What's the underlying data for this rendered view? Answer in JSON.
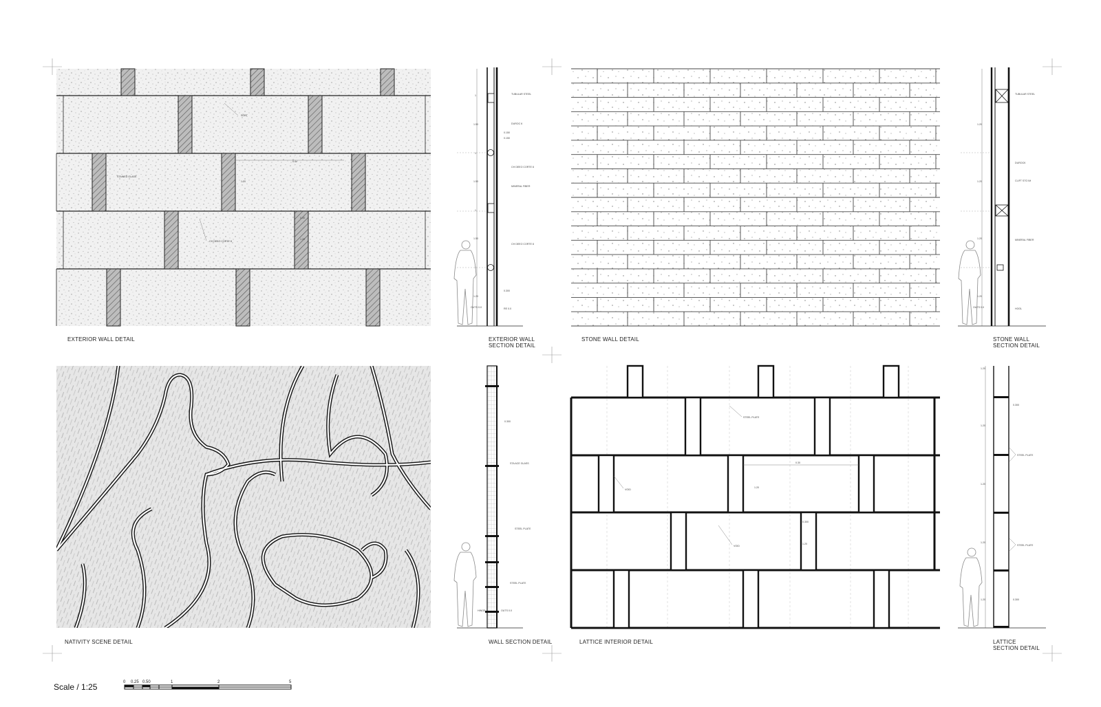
{
  "panels": {
    "exterior": {
      "title": "EXTERIOR WALL DETAIL",
      "notes": [
        "SOBT",
        "STAINED GLASS",
        "0.4c",
        "1.20",
        "0.30",
        "CH DEEO CORTE 8",
        "1.20"
      ]
    },
    "exterior_section": {
      "title_lines": [
        "EXTERIOR WALL",
        "SECTION DETAIL"
      ],
      "notes": [
        "TUBULAR STEEL",
        "DUROC 6",
        "CH DEEO CORTE 8",
        "MINERAL FIBER",
        "CH DEEO CORTE 8"
      ],
      "dims": [
        "1",
        "1.50",
        "1",
        "1.50",
        "1",
        "1.50",
        "1",
        "1.20",
        "0.150",
        "0.150",
        "0.300",
        "RE 0.0",
        "OUTS 0.0"
      ]
    },
    "stone": {
      "title": "STONE WALL DETAIL"
    },
    "stone_section": {
      "title_lines": [
        "STONE WALL",
        "SECTION DETAIL"
      ],
      "notes": [
        "TUBULAR STEEL",
        "DUROCK",
        "CLIFT STO IM",
        "MINERAL FIBER",
        "HOOL"
      ],
      "dims": [
        "1.20",
        "1.20",
        "1.20",
        "1.20",
        "OUTS 0.0"
      ]
    },
    "nativity": {
      "title": "NATIVITY SCENE DETAIL"
    },
    "wall_section": {
      "title": "WALL SECTION DETAIL",
      "notes": [
        "STA ACE GLASS",
        "STEEL PLATE",
        "STEEL PLATE",
        "HINGE",
        "OUTS 0.0"
      ],
      "dims": [
        "0.300"
      ]
    },
    "lattice": {
      "title": "LATTICE INTERIOR DETAIL",
      "notes": [
        "STEEL PLATE",
        "VOID",
        "VOID",
        "0.30",
        "1.20",
        "0.300",
        "1.20"
      ]
    },
    "lattice_section": {
      "title_lines": [
        "LATTICE",
        "SECTION DETAIL"
      ],
      "notes": [
        "STEEL PLATE",
        "STEEL PLATE"
      ],
      "dims": [
        "1.20",
        "0.300",
        "1.20",
        "1.20",
        "1.20",
        "1.20",
        "0.300"
      ]
    }
  },
  "scale": {
    "title": "Scale / 1:25",
    "ticks": [
      "0",
      "0.25",
      "0.50",
      "1",
      "2",
      "5"
    ]
  }
}
